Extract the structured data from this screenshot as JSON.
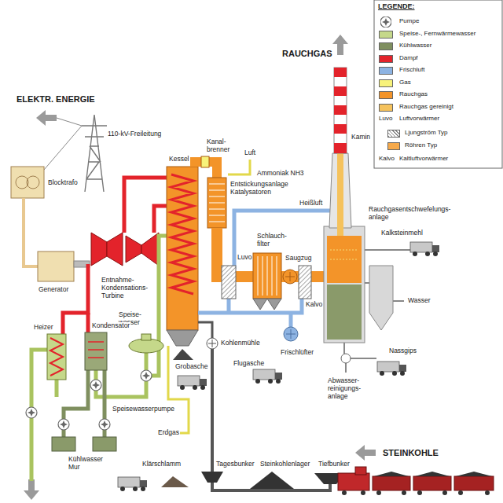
{
  "diagram": {
    "labels": [
      "LEGENDE:",
      "Luvo",
      "Luftvorwärmer",
      "Kalvo",
      "Kaltluftvorwärmer",
      "RAUCHGAS",
      "ELEKTR. ENERGIE",
      "110-kV-Freileitung",
      "Blocktrafo",
      "Generator",
      "Entnahme- Kondensations- Turbine",
      "Kessel",
      "Kanal- brenner",
      "Luft",
      "Ammoniak NH3",
      "Entstickungsanlage Katalysatoren",
      "Kamin",
      "Heißluft",
      "Rauchgasentschwefelungs- anlage",
      "Kalksteinmehl",
      "Schlauch- filter",
      "Saugzug",
      "Luvo",
      "Kalvo",
      "Wasser",
      "Speise- wasser",
      "Heizer",
      "Kondensator",
      "Kohlenmühle",
      "Frischlüfter",
      "Flugasche",
      "Grobasche",
      "Nassgips",
      "Abwasser- reinigungs- anlage",
      "Speisewasserpumpe",
      "Erdgas",
      "Kühlwasser Mur",
      "Klärschlamm",
      "Tagesbunker",
      "Steinkohlenlager",
      "Tiefbunker",
      "STEINKOHLE"
    ],
    "legend": [
      {
        "text": "Pumpe"
      },
      {
        "text": "Speise-, Fernwärmewasser",
        "color": "#c5d88a"
      },
      {
        "text": "Kühlwasser",
        "color": "#7f8f5f"
      },
      {
        "text": "Dampf",
        "color": "#e3232b"
      },
      {
        "text": "Frischluft",
        "color": "#8db3e2"
      },
      {
        "text": "Gas",
        "color": "#f7f27a"
      },
      {
        "text": "Rauchgas",
        "color": "#f39429"
      },
      {
        "text": "Rauchgas gereinigt",
        "color": "#f5c25c"
      },
      {
        "text": "Ljungström Typ"
      },
      {
        "text": "Röhren Typ",
        "color": "#f6a94a"
      }
    ]
  }
}
